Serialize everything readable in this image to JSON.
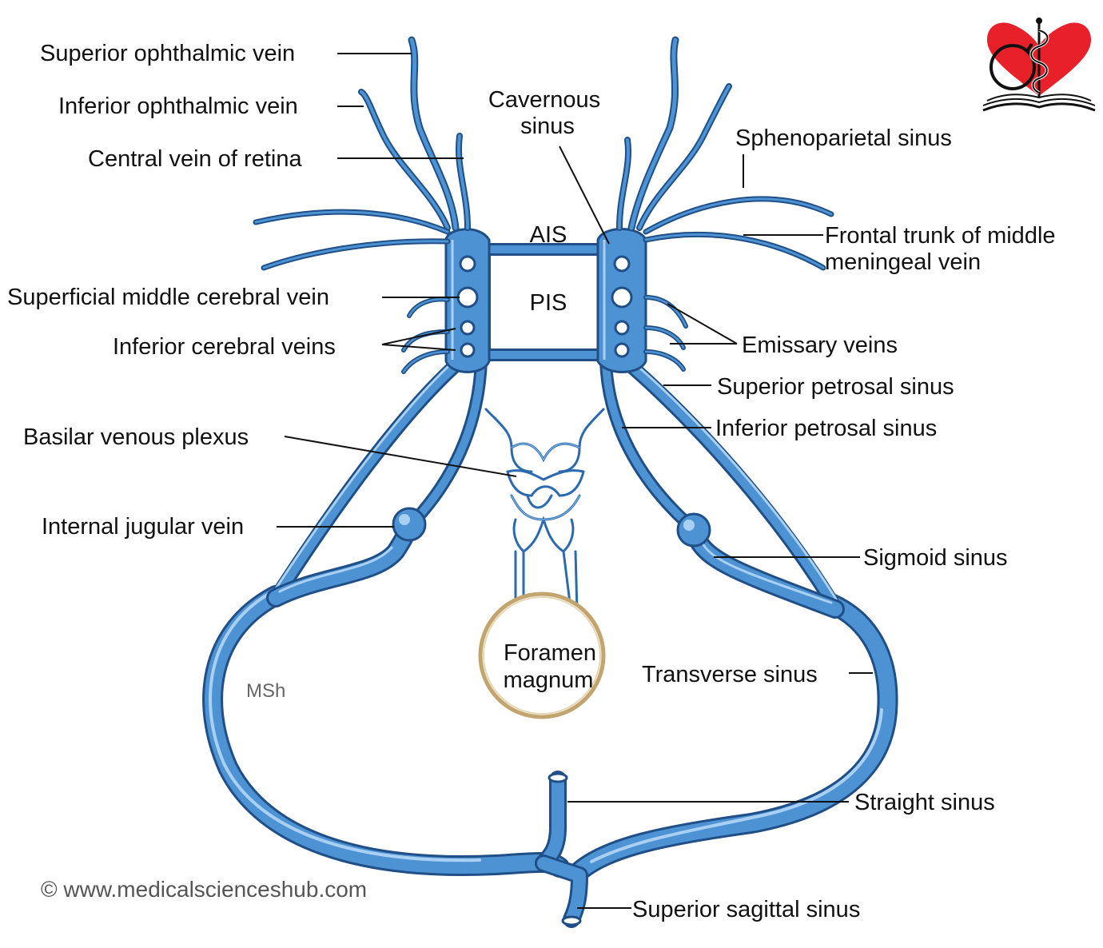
{
  "labels": {
    "superior_ophthalmic_vein": "Superior ophthalmic vein",
    "inferior_ophthalmic_vein": "Inferior ophthalmic vein",
    "central_vein_of_retina": "Central vein of retina",
    "cavernous_sinus_line1": "Cavernous",
    "cavernous_sinus_line2": "sinus",
    "sphenoparietal_sinus": "Sphenoparietal sinus",
    "ais": "AIS",
    "frontal_trunk_line1": "Frontal trunk of middle",
    "frontal_trunk_line2": "meningeal vein",
    "pis": "PIS",
    "superficial_middle_cerebral_vein": "Superficial middle cerebral vein",
    "emissary_veins": "Emissary veins",
    "inferior_cerebral_veins": "Inferior cerebral veins",
    "superior_petrosal_sinus": "Superior petrosal sinus",
    "inferior_petrosal_sinus": "Inferior petrosal sinus",
    "basilar_venous_plexus": "Basilar venous plexus",
    "internal_jugular_vein": "Internal jugular vein",
    "sigmoid_sinus": "Sigmoid sinus",
    "foramen_magnum_line1": "Foramen",
    "foramen_magnum_line2": "magnum",
    "transverse_sinus": "Transverse sinus",
    "straight_sinus": "Straight sinus",
    "superior_sagittal_sinus": "Superior sagittal sinus"
  },
  "watermark": "MSh",
  "copyright": "© www.medicalscienceshub.com",
  "colors": {
    "vein_dark": "#1f4f86",
    "vein_mid": "#4d93d4",
    "vein_light": "#a9d0f2",
    "foramen_ring": "#c2a46e",
    "logo_heart": "#e8202a",
    "text": "#111111"
  },
  "logo": {
    "icon": "heart-caduceus-book-logo-icon"
  }
}
